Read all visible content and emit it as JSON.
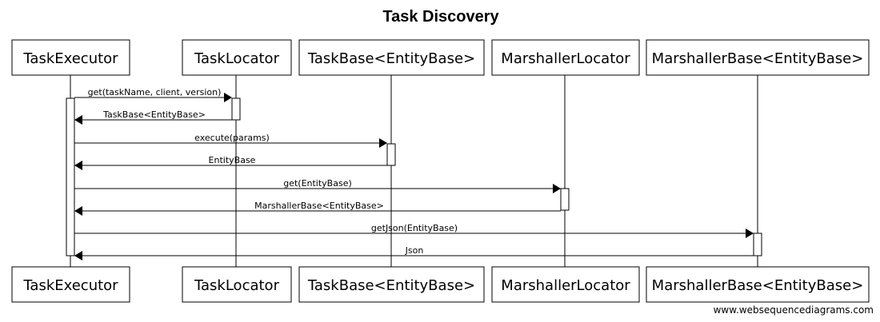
{
  "title": "Task Discovery",
  "participants": [
    {
      "label": "TaskExecutor"
    },
    {
      "label": "TaskLocator"
    },
    {
      "label": "TaskBase<EntityBase>"
    },
    {
      "label": "MarshallerLocator"
    },
    {
      "label": "MarshallerBase<EntityBase>"
    }
  ],
  "messages": [
    {
      "from": 0,
      "to": 1,
      "label": "get(taskName, client, version)"
    },
    {
      "from": 1,
      "to": 0,
      "label": "TaskBase<EntityBase>"
    },
    {
      "from": 0,
      "to": 2,
      "label": "execute(params)"
    },
    {
      "from": 2,
      "to": 0,
      "label": "EntityBase"
    },
    {
      "from": 0,
      "to": 3,
      "label": "get(EntityBase)"
    },
    {
      "from": 3,
      "to": 0,
      "label": "MarshallerBase<EntityBase>"
    },
    {
      "from": 0,
      "to": 4,
      "label": "getJson(EntityBase)"
    },
    {
      "from": 4,
      "to": 0,
      "label": "Json"
    }
  ],
  "footer": "www.websequencediagrams.com"
}
